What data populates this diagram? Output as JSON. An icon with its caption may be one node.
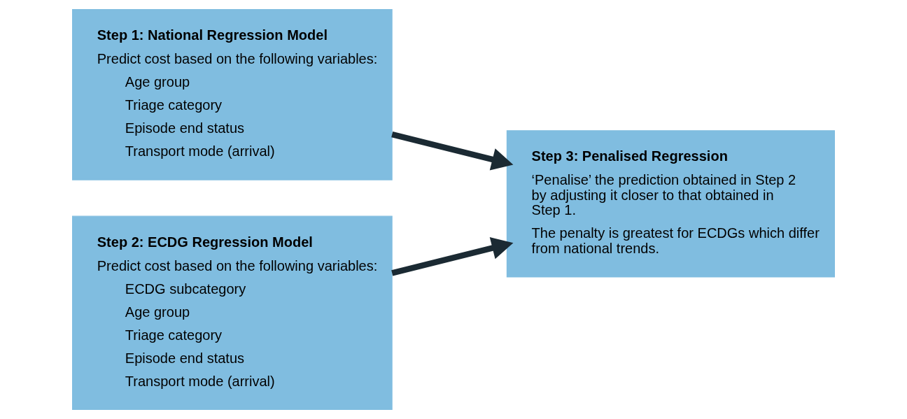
{
  "diagram": {
    "nodes": [
      {
        "text": [
          "Step 1: National Regression Model",
          "Predict cost based on the following variables:",
          "Age group",
          "Triage category",
          "Episode end status",
          "Transport mode (arrival)"
        ]
      },
      {
        "text": [
          "Step 2: ECDG Regression Model",
          "Predict cost based on the following variables:",
          "ECDG subcategory",
          "Age group",
          "Triage category",
          "Episode end status",
          "Transport mode (arrival)"
        ]
      },
      {
        "text": [
          "Step 3: Penalised Regression",
          "‘Penalise’ the prediction obtained in Step 2 by adjusting it closer to that obtained in Step 1.",
          "The penalty is greatest for ECDGs which differ from national trends."
        ]
      }
    ],
    "edges": [
      {
        "from": 0,
        "to": 2,
        "arrow": "to"
      },
      {
        "from": 1,
        "to": 2,
        "arrow": "to"
      }
    ]
  }
}
